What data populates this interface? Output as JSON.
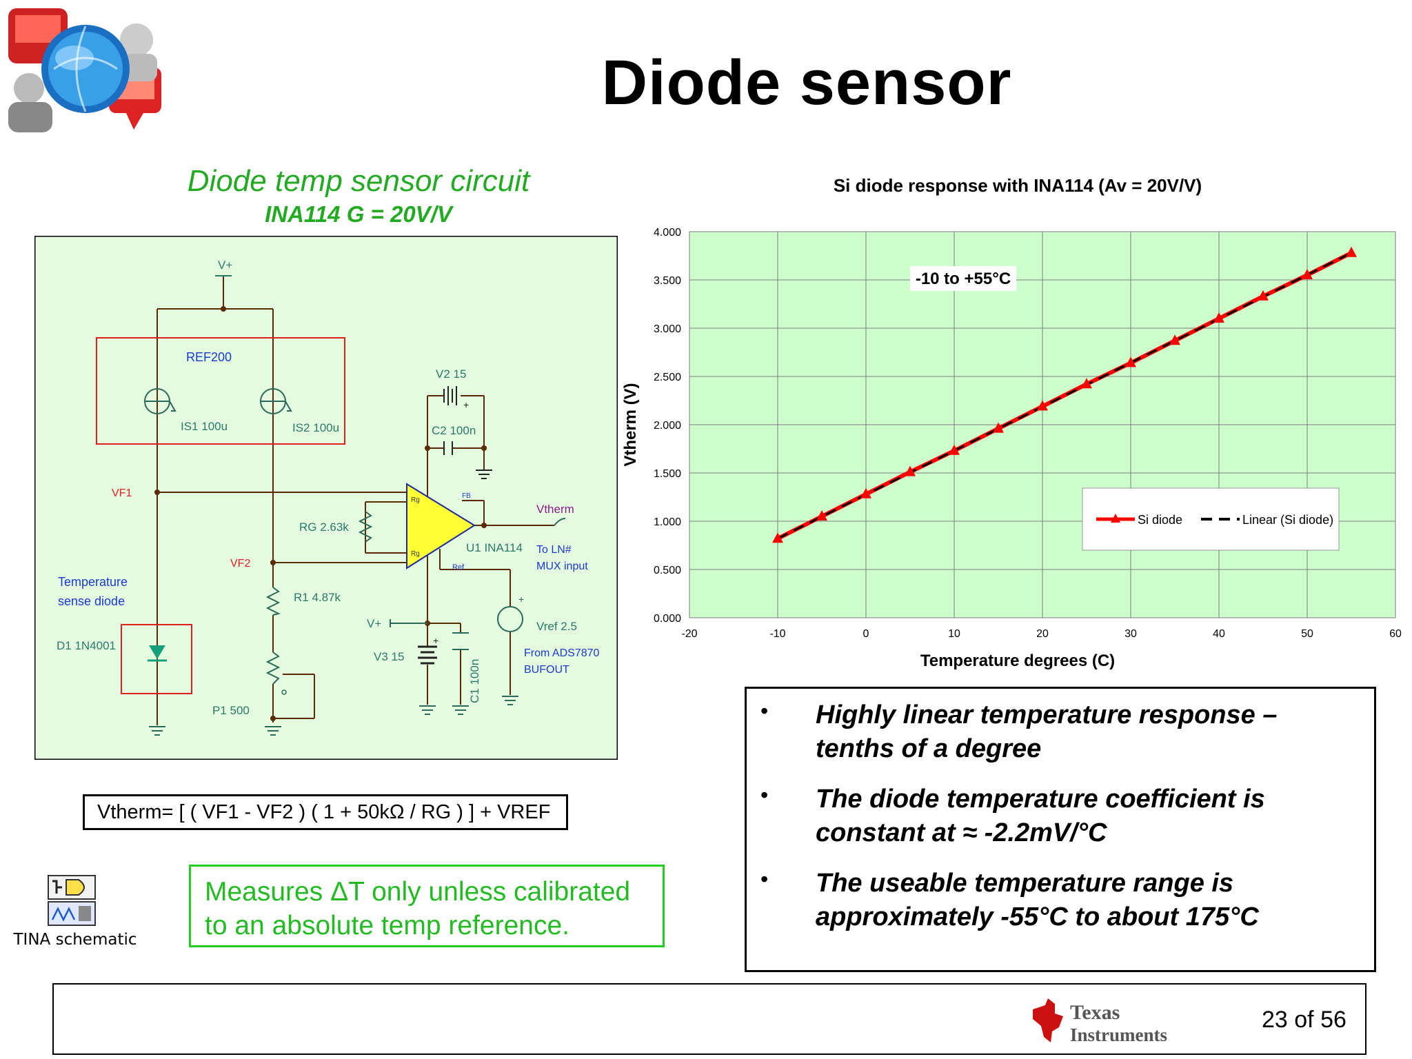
{
  "title": "Diode sensor",
  "circuit": {
    "title": "Diode temp sensor circuit",
    "subtitle": "INA114 G = 20V/V",
    "labels": {
      "vplus_top": "V+",
      "ref200": "REF200",
      "is1": "IS1 100u",
      "is2": "IS2 100u",
      "v2": "V2 15",
      "c2": "C2 100n",
      "vf1": "VF1",
      "vf2": "VF2",
      "rg": "RG 2.63k",
      "rg_pin1": "Rg",
      "rg_pin2": "Rg",
      "fb_pin": "FB",
      "ref_pin": "Ref",
      "vtherm": "Vtherm",
      "u1": "U1 INA114",
      "to_ln": "To LN#",
      "mux": "MUX input",
      "r1": "R1 4.87k",
      "temp_sense1": "Temperature",
      "temp_sense2": "sense diode",
      "d1": "D1 1N4001",
      "vplus_mid": "V+",
      "v3": "V3 15",
      "c1": "C1 100n",
      "vref": "Vref 2.5",
      "from_ads": "From ADS7870",
      "bufout": "BUFOUT",
      "p1": "P1 500"
    }
  },
  "formula": "Vtherm= [ ( VF1 - VF2 ) ( 1 + 50kΩ / RG ) ] + VREF",
  "tina_label": "TINA schematic",
  "note": {
    "line1": "Measures ΔT only unless calibrated",
    "line2": "to an absolute temp reference."
  },
  "chart_data": {
    "type": "line",
    "title": "Si diode response with INA114 (Av = 20V/V)",
    "xlabel": "Temperature degrees (C)",
    "ylabel": "Vtherm (V)",
    "annotation": "-10 to +55°C",
    "xlim": [
      -20,
      60
    ],
    "ylim": [
      0,
      4
    ],
    "x_ticks": [
      -20,
      -10,
      0,
      10,
      20,
      30,
      40,
      50,
      60
    ],
    "y_ticks": [
      "0.000",
      "0.500",
      "1.000",
      "1.500",
      "2.000",
      "2.500",
      "3.000",
      "3.500",
      "4.000"
    ],
    "grid": true,
    "legend_position": "right",
    "series": [
      {
        "name": "Si diode",
        "color": "#ff0000",
        "marker": "triangle",
        "x": [
          -10,
          -5,
          0,
          5,
          10,
          15,
          20,
          25,
          30,
          35,
          40,
          45,
          50,
          55
        ],
        "y": [
          0.82,
          1.05,
          1.28,
          1.51,
          1.73,
          1.96,
          2.19,
          2.42,
          2.64,
          2.87,
          3.1,
          3.33,
          3.55,
          3.78
        ]
      },
      {
        "name": "Linear (Si diode)",
        "color": "#000000",
        "dashed": true,
        "x": [
          -10,
          55
        ],
        "y": [
          0.82,
          3.78
        ]
      }
    ],
    "plot_bg": "#ccffcc"
  },
  "bullets": [
    [
      "Highly linear temperature response –",
      "tenths of a degree"
    ],
    [
      "The diode temperature coefficient is",
      "constant at ≈ -2.2mV/°C"
    ],
    [
      "The useable temperature range is",
      "approximately -55°C to about 175°C"
    ]
  ],
  "bullet_char": "•",
  "footer": {
    "logo_line1": "Texas",
    "logo_line2": "Instruments",
    "page": "23 of 56"
  }
}
